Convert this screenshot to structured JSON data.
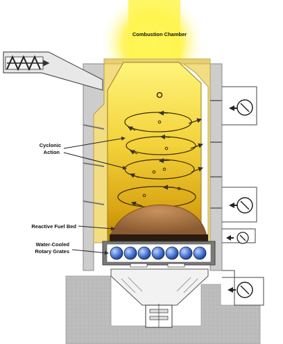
{
  "labels": {
    "chamber": "Combustion Chamber",
    "cyclonic_line1": "Cyclonic",
    "cyclonic_line2": "Action",
    "fuel_bed": "Reactive Fuel Bed",
    "grates_line1": "Water-Cooled",
    "grates_line2": "Rotary Grates"
  },
  "icons": {
    "gauges": [
      "gauge-icon",
      "gauge-icon",
      "gauge-icon",
      "gauge-icon"
    ],
    "air_arrows": [
      "arrow-left-icon",
      "arrow-left-icon",
      "arrow-left-icon",
      "arrow-left-icon"
    ]
  },
  "colors": {
    "glow": "#fff24a",
    "chamber_light": "#fff27a",
    "chamber_dark": "#c89400",
    "refractory": "#f3dd82",
    "wall_gray": "#c9c9c9",
    "ground": "#bcbcbc",
    "fuel_bed": "#b07a48",
    "grate": "#4a77d6"
  }
}
